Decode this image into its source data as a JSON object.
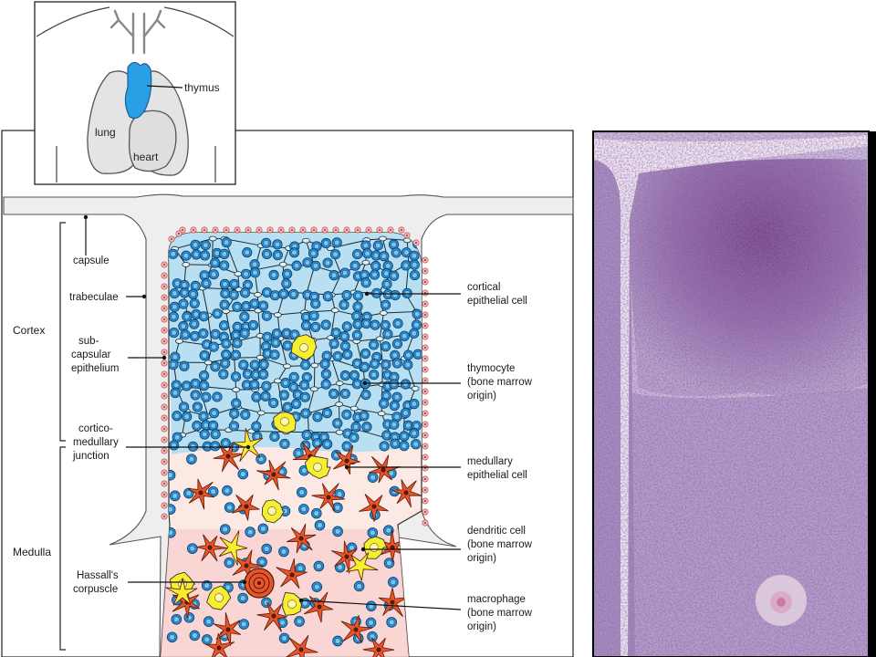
{
  "inset": {
    "labels": {
      "thymus": "thymus",
      "lung": "lung",
      "heart": "heart"
    },
    "thymus_color": "#2a9fe6"
  },
  "diagram": {
    "zones": {
      "cortex": "Cortex",
      "medulla": "Medulla"
    },
    "left_labels": {
      "capsule": "capsule",
      "trabeculae": "trabeculae",
      "subcapsular": [
        "sub-",
        "capsular",
        "epithelium"
      ],
      "corticomedullary": [
        "cortico-",
        "medullary",
        "junction"
      ],
      "hassall": [
        "Hassall's",
        "corpuscle"
      ]
    },
    "right_labels": {
      "cortical_epithelial": [
        "cortical",
        "epithelial cell"
      ],
      "thymocyte": [
        "thymocyte",
        "(bone marrow",
        "origin)"
      ],
      "medullary_epithelial": [
        "medullary",
        "epithelial cell"
      ],
      "dendritic": [
        "dendritic cell",
        "(bone marrow",
        "origin)"
      ],
      "macrophage": [
        "macrophage",
        "(bone marrow",
        "origin)"
      ]
    },
    "colors": {
      "cortex_bg": "#b8e0f2",
      "medulla_bg": "#fde9e4",
      "thymocyte": "#2a8fd4",
      "epithelial_red": "#e8552a",
      "macrophage_yellow": "#f6ee2e",
      "capsule_gray": "#eeeeee"
    }
  },
  "micrograph": {
    "colors": {
      "cortex": "#7a4f8e",
      "medulla": "#b7a6cc",
      "background": "#ece6ef"
    }
  }
}
